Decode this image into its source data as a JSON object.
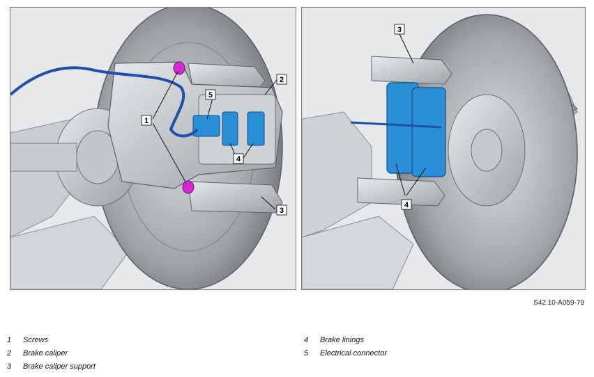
{
  "figure_code": "S42.10-A059-79",
  "callouts": {
    "left": {
      "screws": "1",
      "caliper": "2",
      "support": "3",
      "linings": "4",
      "connector": "5"
    },
    "right": {
      "support": "3",
      "linings": "4"
    }
  },
  "legend": [
    {
      "number": "1",
      "label": "Screws"
    },
    {
      "number": "2",
      "label": "Brake caliper"
    },
    {
      "number": "3",
      "label": "Brake caliper support"
    },
    {
      "number": "4",
      "label": "Brake linings"
    },
    {
      "number": "5",
      "label": "Electrical connector"
    }
  ],
  "colors": {
    "highlight_blue": "#2a8fd6",
    "screw_magenta": "#d22ad2",
    "cable_blue": "#1f4fa8",
    "metal_grey": "#b9bdc1"
  }
}
